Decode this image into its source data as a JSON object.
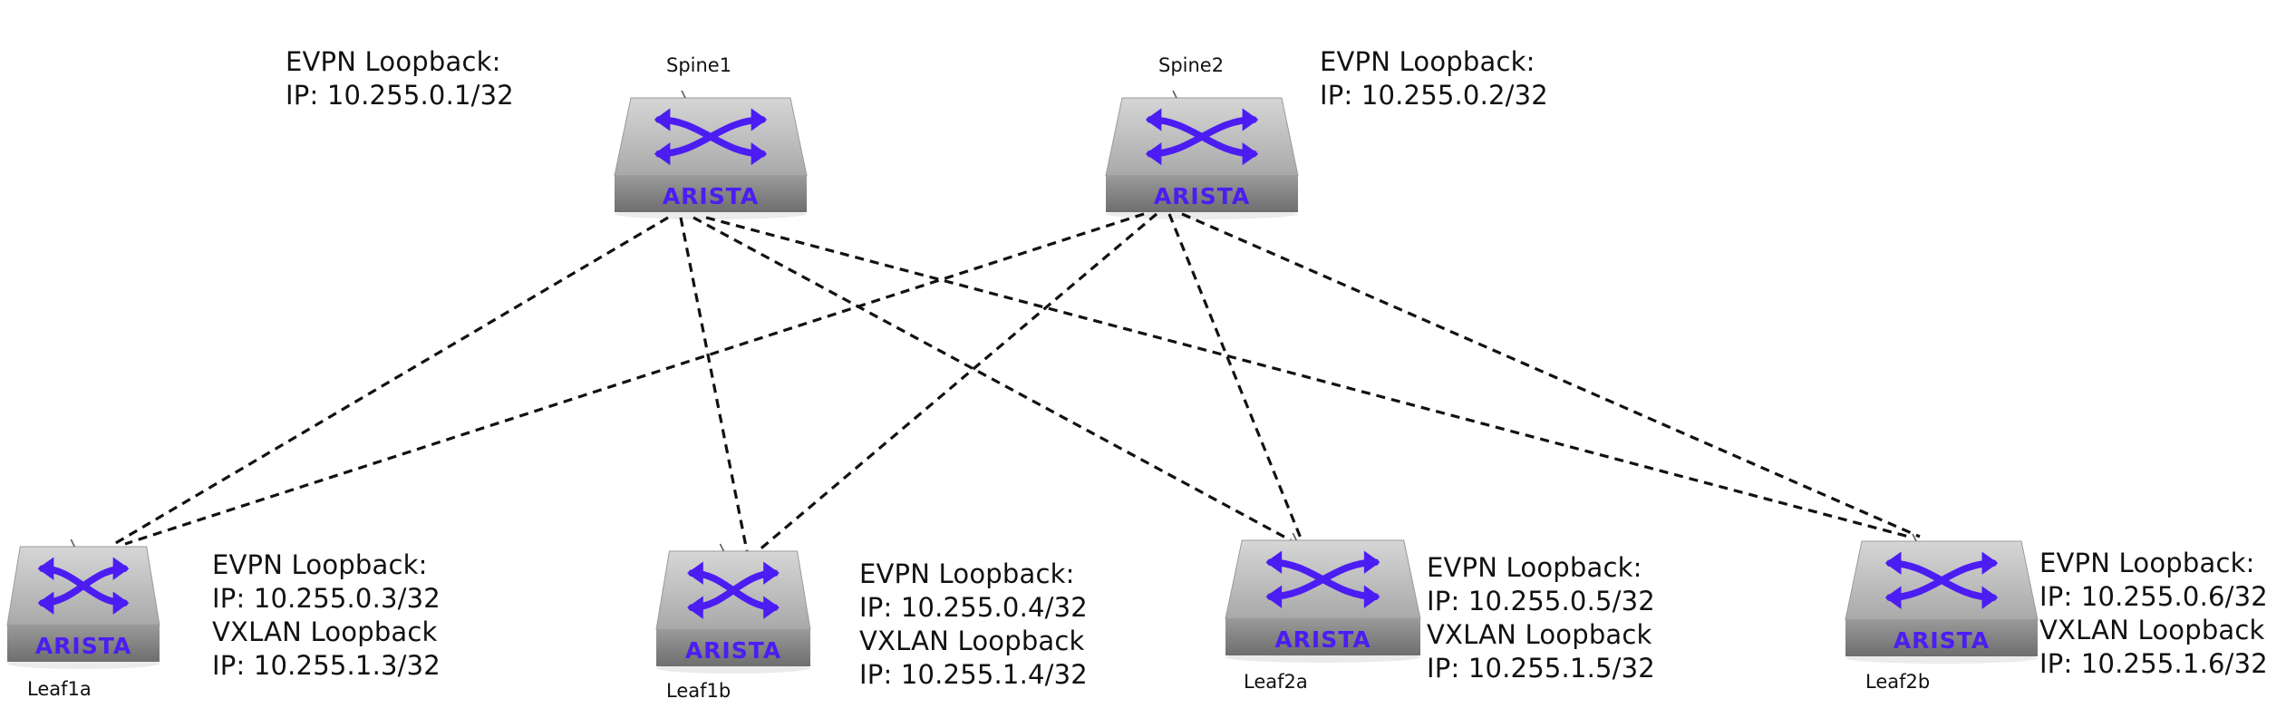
{
  "brand_color": "#4b1df2",
  "link_style": "dashed",
  "devices": [
    {
      "id": "spine1",
      "name": "Spine1",
      "brand": "ARISTA",
      "icon": "arista-switch-icon",
      "evpn_label": "EVPN Loopback:",
      "evpn_ip": "IP: 10.255.0.1/32"
    },
    {
      "id": "spine2",
      "name": "Spine2",
      "brand": "ARISTA",
      "icon": "arista-switch-icon",
      "evpn_label": "EVPN Loopback:",
      "evpn_ip": "IP: 10.255.0.2/32"
    },
    {
      "id": "leaf1a",
      "name": "Leaf1a",
      "brand": "ARISTA",
      "icon": "arista-switch-icon",
      "evpn_label": "EVPN Loopback:",
      "evpn_ip": "IP: 10.255.0.3/32",
      "vxlan_label": "VXLAN Loopback",
      "vxlan_ip": "IP: 10.255.1.3/32"
    },
    {
      "id": "leaf1b",
      "name": "Leaf1b",
      "brand": "ARISTA",
      "icon": "arista-switch-icon",
      "evpn_label": "EVPN Loopback:",
      "evpn_ip": "IP: 10.255.0.4/32",
      "vxlan_label": "VXLAN Loopback",
      "vxlan_ip": "IP: 10.255.1.4/32"
    },
    {
      "id": "leaf2a",
      "name": "Leaf2a",
      "brand": "ARISTA",
      "icon": "arista-switch-icon",
      "evpn_label": "EVPN Loopback:",
      "evpn_ip": "IP: 10.255.0.5/32",
      "vxlan_label": "VXLAN Loopback",
      "vxlan_ip": "IP: 10.255.1.5/32"
    },
    {
      "id": "leaf2b",
      "name": "Leaf2b",
      "brand": "ARISTA",
      "icon": "arista-switch-icon",
      "evpn_label": "EVPN Loopback:",
      "evpn_ip": "IP: 10.255.0.6/32",
      "vxlan_label": "VXLAN Loopback",
      "vxlan_ip": "IP: 10.255.1.6/32"
    }
  ],
  "links": [
    {
      "from": "spine1",
      "to": "leaf1a"
    },
    {
      "from": "spine1",
      "to": "leaf1b"
    },
    {
      "from": "spine1",
      "to": "leaf2a"
    },
    {
      "from": "spine1",
      "to": "leaf2b"
    },
    {
      "from": "spine2",
      "to": "leaf1a"
    },
    {
      "from": "spine2",
      "to": "leaf1b"
    },
    {
      "from": "spine2",
      "to": "leaf2a"
    },
    {
      "from": "spine2",
      "to": "leaf2b"
    }
  ]
}
